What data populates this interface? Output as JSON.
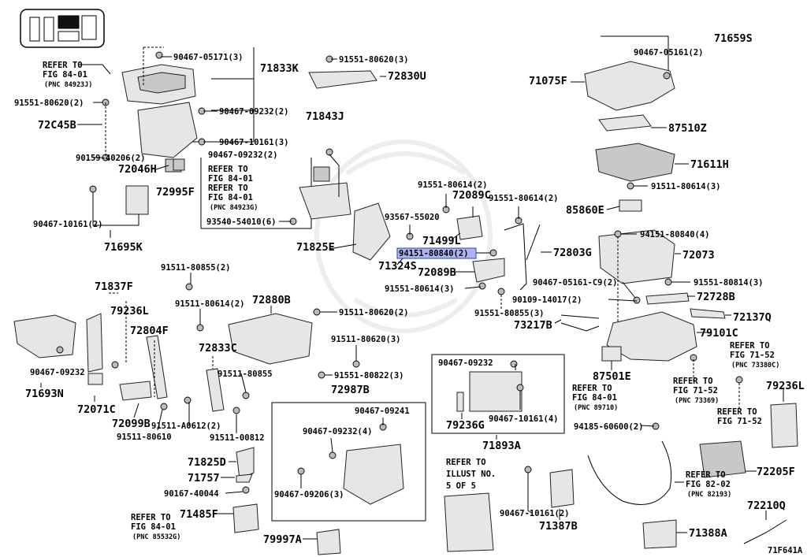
{
  "figure_code": "71F641A",
  "labels": {
    "L71659S": "71659S",
    "L90467_05161_2": "90467-05161(2)",
    "L71075F": "71075F",
    "L87510Z": "87510Z",
    "L71611H": "71611H",
    "L91511_80614_3": "91511-80614(3)",
    "L85860E": "85860E",
    "L94151_80840_4": "94151-80840(4)",
    "L72073": "72073",
    "L90467_05161_C9_2": "90467-05161-C9(2)",
    "L91551_80814_3": "91551-80814(3)",
    "L72728B": "72728B",
    "L90109_14017_2": "90109-14017(2)",
    "L72137Q": "72137Q",
    "L79101C": "79101C",
    "L90467_05171_3": "90467-05171(3)",
    "L71833K": "71833K",
    "L91551_80620_3": "91551-80620(3)",
    "L72830U": "72830U",
    "L91551_80620_2": "91551-80620(2)",
    "L90467_09232_2a": "90467-09232(2)",
    "L71843J": "71843J",
    "L72C45B": "72C45B",
    "L90467_10161_3": "90467-10161(3)",
    "L90159_40206_2": "90159-40206(2)",
    "L90467_09232_2b": "90467-09232(2)",
    "L72046H": "72046H",
    "L72995F": "72995F",
    "L93540_54010_6": "93540-54010(6)",
    "L90467_10161_2": "90467-10161(2)",
    "L71695K": "71695K",
    "L91551_80614_2a": "91551-80614(2)",
    "L72089C": "72089C",
    "L91551_80614_2b": "91551-80614(2)",
    "L93567_55020": "93567-55020",
    "L71499L": "71499L",
    "L71825E": "71825E",
    "L94151_80840_2": "94151-80840(2)",
    "L71324S": "71324S",
    "L72089B": "72089B",
    "L72803G": "72803G",
    "L91551_80614_3": "91551-80614(3)",
    "L91551_80855_3": "91551-80855(3)",
    "L73217B": "73217B",
    "L91511_80855_2": "91511-80855(2)",
    "L71837F": "71837F",
    "L72880B": "72880B",
    "L91511_80614_2": "91511-80614(2)",
    "L79236L_a": "79236L",
    "L91511_80620_2": "91511-80620(2)",
    "L72804F": "72804F",
    "L72833C": "72833C",
    "L91511_80620_3": "91511-80620(3)",
    "L90467_09232_a": "90467-09232",
    "L91511_80855": "91511-80855",
    "L91551_80822_3": "91551-80822(3)",
    "L71693N": "71693N",
    "L72987B": "72987B",
    "L72071C": "72071C",
    "L72099B": "72099B",
    "L91511_A0612_2": "91511-A0612(2)",
    "L91511_80610": "91511-80610",
    "L91511_00812": "91511-00812",
    "L90467_09241": "90467-09241",
    "L90467_09232_4": "90467-09232(4)",
    "L90467_09206_3": "90467-09206(3)",
    "L71825D": "71825D",
    "L71757": "71757",
    "L90167_40044": "90167-40044",
    "L71485F": "71485F",
    "L79997A": "79997A",
    "L90467_09232_b": "90467-09232",
    "L90467_10161_4": "90467-10161(4)",
    "L79236G": "79236G",
    "L71893A": "71893A",
    "L87501E": "87501E",
    "L94185_60600_2": "94185-60600(2)",
    "L79236L_b": "79236L",
    "L72205F": "72205F",
    "L90467_10161_2b": "90467-10161(2)",
    "L71387B": "71387B",
    "L71388A": "71388A",
    "L72210Q": "72210Q"
  },
  "refs": {
    "r1": {
      "line1": "REFER TO",
      "line2": "FIG 84-01",
      "line3": "(PNC 84923J)"
    },
    "r2a": {
      "line1": "REFER TO",
      "line2": "FIG 84-01"
    },
    "r2b": {
      "line1": "REFER TO",
      "line2": "FIG 84-01",
      "line3": "(PNC 84923G)"
    },
    "r3": {
      "line1": "REFER TO",
      "line2": "FIG 71-52",
      "line3": "(PNC 73380C)"
    },
    "r4": {
      "line1": "REFER TO",
      "line2": "FIG 84-01",
      "line3": "(PNC 89710)"
    },
    "r5": {
      "line1": "REFER TO",
      "line2": "FIG 71-52",
      "line3": "(PNC 73369)"
    },
    "r6": {
      "line1": "REFER TO",
      "line2": "FIG 71-52"
    },
    "r7": {
      "line1": "REFER TO",
      "line2": "ILLUST NO.",
      "line3": "5 OF 5"
    },
    "r8": {
      "line1": "REFER TO",
      "line2": "FIG 82-02",
      "line3": "(PNC 82193)"
    },
    "r9": {
      "line1": "REFER TO",
      "line2": "FIG 84-01",
      "line3": "(PNC 85532G)"
    }
  },
  "highlighted_part": "94151-80840(2)",
  "colors": {
    "highlight_fill": "#aab6ee",
    "highlight_stroke": "#3344aa",
    "line": "#000000"
  }
}
